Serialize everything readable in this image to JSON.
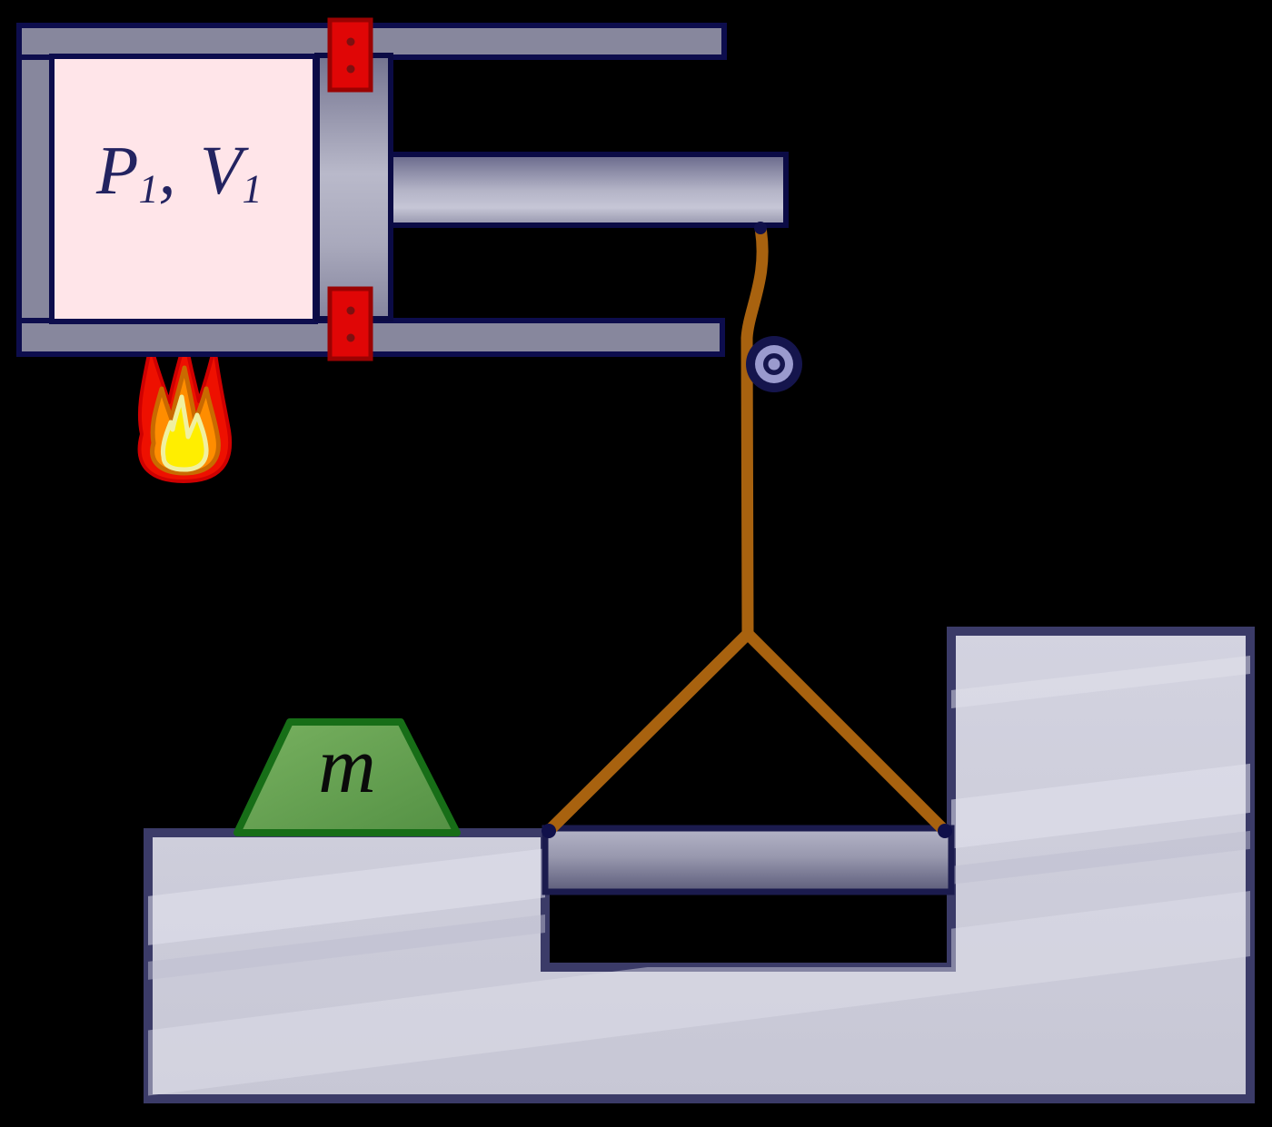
{
  "figure": {
    "type": "physics-diagram",
    "description": "Gas cylinder at state P1, V1 with locked piston, heated by a flame; piston rod linked by a rope over a pulley to a hanging platform suspended in a pit of a stepped ground block; mass m rests on the ground ledge."
  },
  "labels": {
    "pressure_symbol": "P",
    "pressure_subscript": "1",
    "separator": ", ",
    "volume_symbol": "V",
    "volume_subscript": "1",
    "mass_symbol": "m"
  },
  "colors": {
    "background": "#000000",
    "cylinder_outline_navy": "#0d0d4d",
    "cylinder_wall_gray": "#87879d",
    "gas_chamber_pink": "#ffe5e9",
    "piston_metal_light": "#b9b9ca",
    "clamp_red": "#e00606",
    "clamp_border_red": "#9b0202",
    "flame_red": "#ee1000",
    "flame_orange": "#ff8d00",
    "flame_yellow": "#ffee00",
    "rope_brown": "#a8620f",
    "pulley_navy": "#15154d",
    "pulley_lavender": "#9a9ace",
    "ground_gray": "#cdcdda",
    "ground_outline": "#3b3b68",
    "hanging_bar_dark": "#5f5f7e",
    "mass_green": "#68a457",
    "mass_border_green": "#176e17",
    "label_navy": "#232360",
    "mass_label_black": "#0a0a0a"
  }
}
